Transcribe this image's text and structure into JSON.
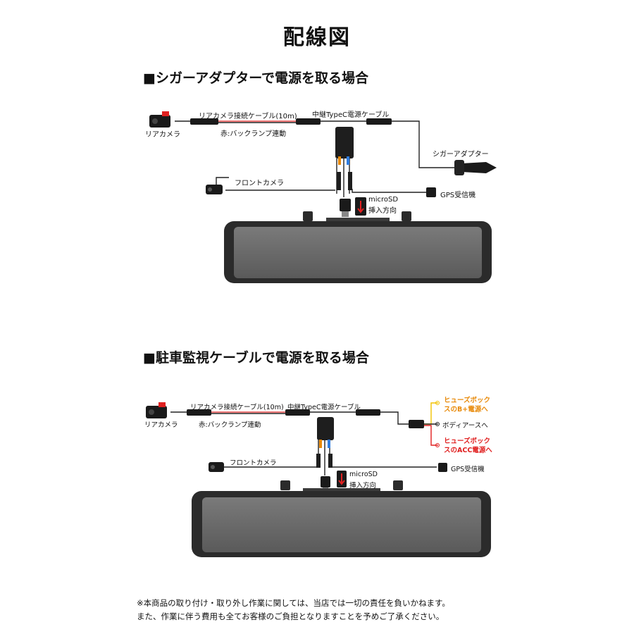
{
  "title": "配線図",
  "section1": {
    "heading": "■シガーアダプターで電源を取る場合",
    "labels": {
      "rear_cable": "リアカメラ接続ケーブル(10m)",
      "relay_cable": "中継TypeC電源ケーブル",
      "rear_camera": "リアカメラ",
      "red_backlamp": "赤:バックランプ連動",
      "cigar_adapter": "シガーアダプター",
      "front_camera": "フロントカメラ",
      "microsd": "microSD",
      "insert_direction": "挿入方向",
      "gps": "GPS受信機"
    }
  },
  "section2": {
    "heading": "■駐車監視ケーブルで電源を取る場合",
    "labels": {
      "rear_cable": "リアカメラ接続ケーブル(10m)",
      "relay_cable": "中継TypeC電源ケーブル",
      "rear_camera": "リアカメラ",
      "red_backlamp": "赤:バックランプ連動",
      "fuse_b_line1": "ヒューズボック",
      "fuse_b_line2": "スのB+電源へ",
      "body_earth": "ボディアースへ",
      "fuse_acc_line1": "ヒューズボック",
      "fuse_acc_line2": "スのACC電源へ",
      "front_camera": "フロントカメラ",
      "microsd": "microSD",
      "insert_direction": "挿入方向",
      "gps": "GPS受信機"
    }
  },
  "footer": {
    "line1": "※本商品の取り付け・取り外し作業に関しては、当店では一切の責任を負いかねます。",
    "line2": "また、作業に伴う費用も全てお客様のご負担となりますことを予めご了承ください。"
  },
  "colors": {
    "wire": "#222222",
    "red_wire": "#e02020",
    "orange": "#e88a0a",
    "yellow_wire": "#f2c200",
    "mirror_body": "#2b2b2b",
    "mirror_screen": "#6a6a6a"
  }
}
